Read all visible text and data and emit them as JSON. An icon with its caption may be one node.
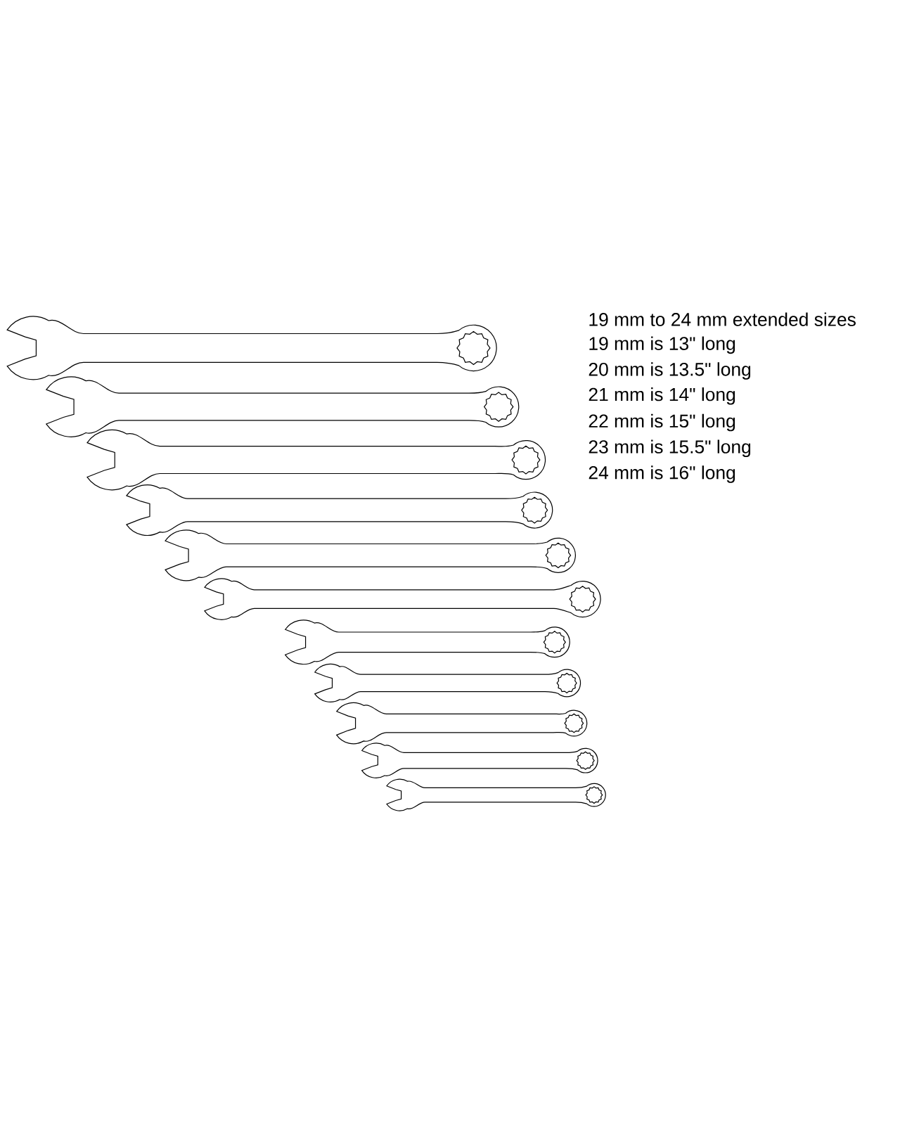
{
  "diagram": {
    "labels": [
      "19 mm to 24 mm extended sizes",
      "19 mm is 13\" long",
      "20 mm is 13.5\" long",
      "21 mm is 14\" long",
      "22 mm is 15\" long",
      "23 mm is 15.5\" long",
      "24 mm is 16\" long"
    ]
  }
}
